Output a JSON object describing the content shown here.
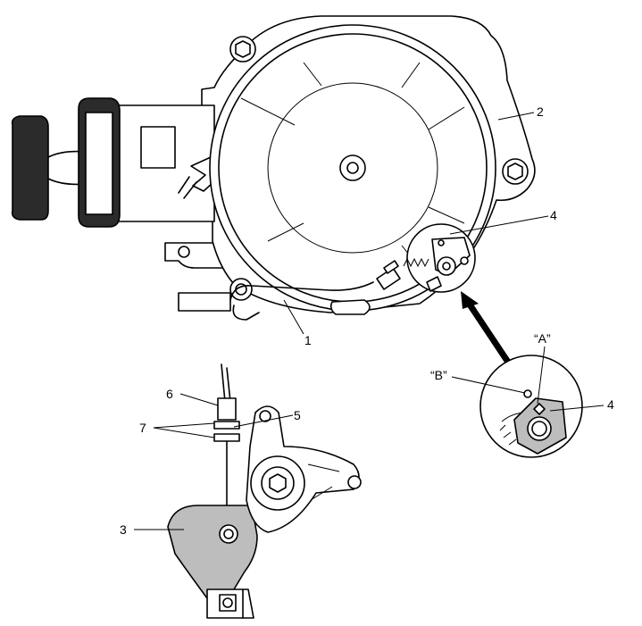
{
  "diagram": {
    "callouts": [
      {
        "id": "c1",
        "text": "1"
      },
      {
        "id": "c2",
        "text": "2"
      },
      {
        "id": "c3",
        "text": "3"
      },
      {
        "id": "c4a",
        "text": "4"
      },
      {
        "id": "c4b",
        "text": "4"
      },
      {
        "id": "c5",
        "text": "5"
      },
      {
        "id": "c6",
        "text": "6"
      },
      {
        "id": "c7",
        "text": "7"
      },
      {
        "id": "cA",
        "text": "“A”"
      },
      {
        "id": "cB",
        "text": "“B”"
      }
    ]
  },
  "colors": {
    "line": "#000000",
    "shade": "#bdbdbd",
    "dark": "#2b2b2b",
    "background": "#ffffff"
  }
}
